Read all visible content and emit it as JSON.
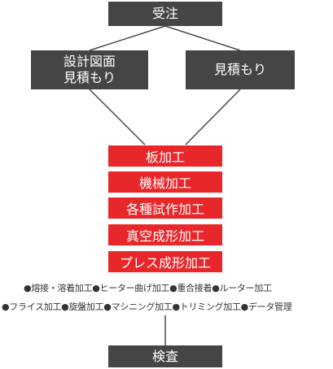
{
  "nodes": {
    "order": "受注",
    "design_estimate": [
      "設計図面",
      "見積もり"
    ],
    "estimate": "見積もり",
    "inspection": "検査"
  },
  "processes": [
    "板加工",
    "機械加工",
    "各種試作加工",
    "真空成形加工",
    "プレス成形加工"
  ],
  "notes": {
    "line1": "●熔接・溶着加工●ヒーター曲げ加工●重合接着●ルーター加工",
    "line2": "●フライス加工●旋盤加工●マシニング加工●トリミング加工●データ管理"
  },
  "colors": {
    "node": "#454545",
    "process": "#e8272a",
    "connector": "#4a4a4a"
  }
}
